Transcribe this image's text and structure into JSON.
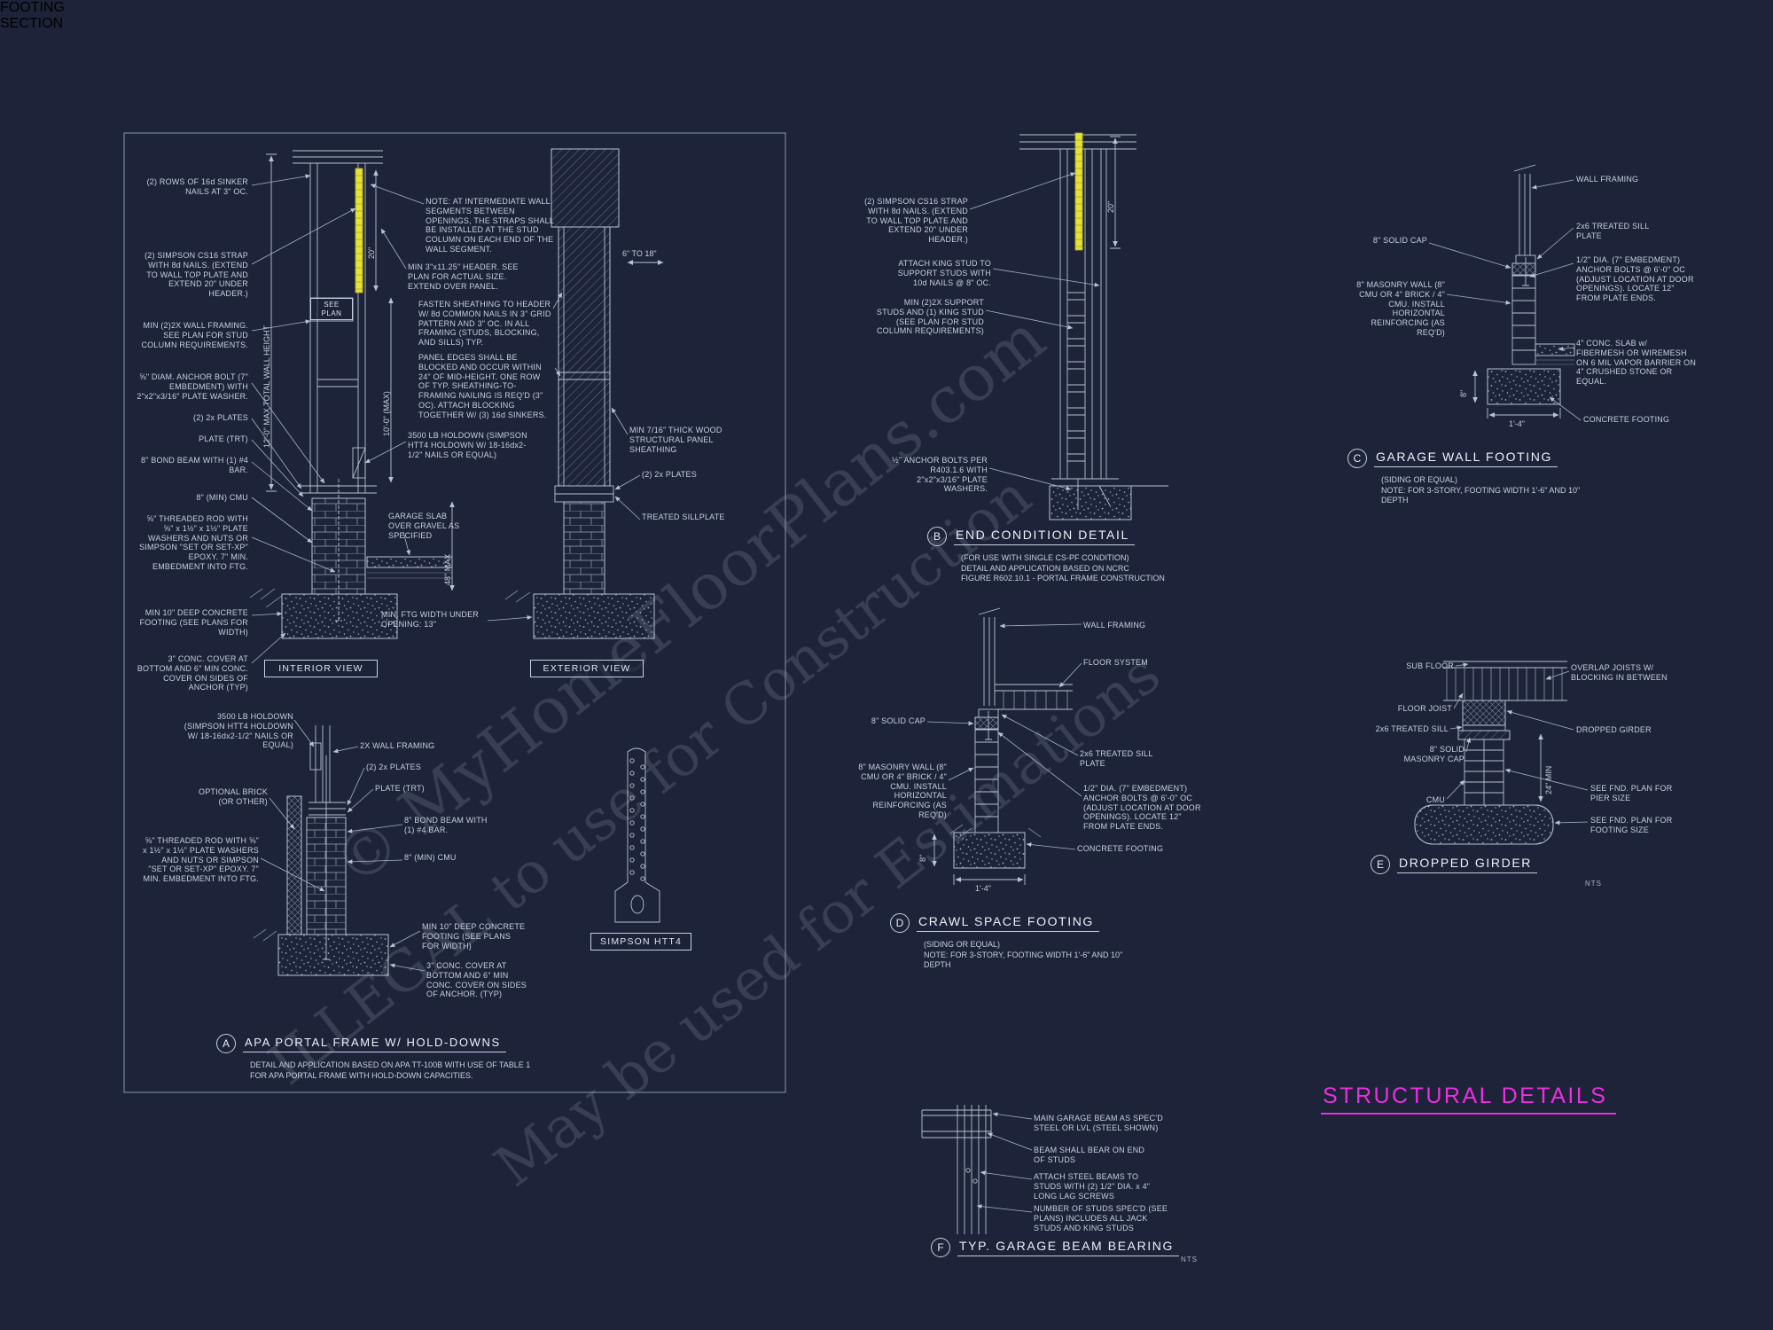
{
  "sheet": {
    "title": "STRUCTURAL DETAILS",
    "bg_color": "#1d2338",
    "line_color": "#b9c3d6",
    "text_color": "#c7d0e2",
    "title_color": "#ee2ee0",
    "strap_highlight_color": "#e6e135"
  },
  "watermarks": {
    "copyright": "© MyHomeFloorPlans.com",
    "illegal": "ILLEGAL to use for Construction",
    "estimate": "May be used for Estimations"
  },
  "a": {
    "tag": "A",
    "title": "APA PORTAL FRAME W/ HOLD-DOWNS",
    "note": "DETAIL AND APPLICATION BASED ON APA TT-100B WITH USE OF TABLE 1\nFOR APA PORTAL FRAME WITH HOLD-DOWN CAPACITIES.",
    "captions": {
      "see_plan": "SEE PLAN",
      "interior": "INTERIOR VIEW",
      "exterior": "EXTERIOR VIEW",
      "footing": "FOOTING SECTION",
      "simpson": "SIMPSON HTT4"
    },
    "dims": {
      "total_height": "12'-0\" MAX TOTAL WALL HEIGHT",
      "clear_height": "10'-0\" (MAX)",
      "strap_length": "20\"",
      "header_depth": "6\" TO 18\"",
      "cmu_height": "48\" MAX"
    },
    "labels": [
      "(2) ROWS OF 16d SINKER NAILS AT 3\" OC.",
      "(2) SIMPSON CS16 STRAP WITH 8d NAILS. (EXTEND TO WALL TOP PLATE AND EXTEND 20\" UNDER HEADER.)",
      "MIN (2)2X WALL FRAMING. SEE PLAN FOR STUD COLUMN REQUIREMENTS.",
      "⅝\" DIAM. ANCHOR BOLT (7\" EMBEDMENT) WITH 2\"x2\"x3/16\" PLATE WASHER.",
      "(2) 2x PLATES",
      "PLATE (TRT)",
      "8\" BOND BEAM WITH (1) #4 BAR.",
      "8\" (MIN) CMU",
      "⅝\" THREADED ROD WITH ⅝\" x 1½\" x 1½\" PLATE WASHERS AND NUTS OR SIMPSON \"SET OR SET-XP\" EPOXY.  7\" MIN. EMBEDMENT INTO FTG.",
      "MIN 10\" DEEP CONCRETE FOOTING (SEE PLANS FOR WIDTH)",
      "3\" CONC. COVER AT BOTTOM AND 6\" MIN CONC. COVER ON SIDES OF ANCHOR (TYP)",
      "NOTE: AT INTERMEDIATE WALL SEGMENTS BETWEEN OPENINGS, THE STRAPS SHALL BE INSTALLED AT THE STUD COLUMN ON EACH END OF THE WALL SEGMENT.",
      "MIN 3\"x11.25\" HEADER. SEE PLAN FOR ACTUAL SIZE. EXTEND OVER PANEL.",
      "FASTEN SHEATHING TO HEADER W/ 8d COMMON NAILS IN 3\" GRID PATTERN AND 3\" OC. IN ALL FRAMING (STUDS, BLOCKING, AND SILLS) TYP.",
      "PANEL EDGES SHALL BE BLOCKED AND OCCUR WITHIN 24\" OF MID-HEIGHT. ONE ROW OF TYP. SHEATHING-TO-FRAMING NAILING IS REQ'D (3\" OC). ATTACH BLOCKING TOGETHER W/ (3) 16d SINKERS.",
      "3500 LB HOLDOWN (SIMPSON HTT4 HOLDOWN W/ 18-16dx2-1/2\" NAILS OR EQUAL)",
      "GARAGE SLAB OVER GRAVEL AS SPECIFIED",
      "MIN 7/16\" THICK WOOD STRUCTURAL PANEL SHEATHING",
      "(2) 2x PLATES",
      "TREATED SILLPLATE",
      "MIN. FTG WIDTH UNDER OPENING: 13\"",
      "3500 LB HOLDOWN (SIMPSON HTT4 HOLDOWN W/ 18-16dx2-1/2\" NAILS OR EQUAL)",
      "2X WALL FRAMING",
      "(2) 2x PLATES",
      "PLATE (TRT)",
      "OPTIONAL BRICK (OR OTHER)",
      "8\" BOND BEAM WITH (1) #4 BAR.",
      "8\" (MIN) CMU",
      "⅝\" THREADED ROD WITH ⅝\" x 1½\" x 1½\" PLATE WASHERS AND NUTS OR SIMPSON \"SET OR SET-XP\" EPOXY.  7\" MIN. EMBEDMENT INTO FTG.",
      "MIN 10\" DEEP CONCRETE FOOTING (SEE PLANS FOR WIDTH)",
      "3\" CONC. COVER AT BOTTOM AND 6\" MIN CONC. COVER ON SIDES OF ANCHOR. (TYP)"
    ]
  },
  "b": {
    "tag": "B",
    "title": "END CONDITION DETAIL",
    "note": "(FOR USE WITH SINGLE CS-PF CONDITION)\nDETAIL AND APPLICATION BASED ON NCRC\nFIGURE R602.10.1 - PORTAL FRAME CONSTRUCTION",
    "dims": {
      "strap_length": "20\""
    },
    "labels": [
      "(2) SIMPSON CS16 STRAP WITH 8d NAILS. (EXTEND TO WALL TOP PLATE AND EXTEND 20\" UNDER HEADER.)",
      "ATTACH KING STUD TO SUPPORT STUDS WITH 10d NAILS @ 8\" OC.",
      "MIN (2)2X SUPPORT STUDS AND (1) KING STUD (SEE PLAN FOR STUD COLUMN REQUIREMENTS)",
      "½\" ANCHOR BOLTS PER R403.1.6 WITH 2\"x2\"x3/16\" PLATE WASHERS."
    ]
  },
  "c": {
    "tag": "C",
    "title": "GARAGE WALL FOOTING",
    "note": "(SIDING OR EQUAL)\nNOTE: FOR 3-STORY, FOOTING WIDTH 1'-6\" AND 10\"\nDEPTH",
    "dims": {
      "footing_depth": "8\"",
      "footing_width": "1'-4\""
    },
    "labels": [
      "WALL FRAMING",
      "2x6 TREATED SILL PLATE",
      "8\" SOLID CAP",
      "1/2\" DIA. (7\" EMBEDMENT) ANCHOR BOLTS @ 6'-0\" OC (ADJUST LOCATION AT DOOR OPENINGS). LOCATE 12\" FROM PLATE ENDS.",
      "8\" MASONRY WALL (8\" CMU OR 4\" BRICK / 4\" CMU. INSTALL HORIZONTAL REINFORCING (AS REQ'D)",
      "4\" CONC. SLAB w/ FIBERMESH OR WIREMESH ON 6 MIL VAPOR BARRIER ON 4\" CRUSHED STONE OR EQUAL.",
      "CONCRETE FOOTING"
    ]
  },
  "d": {
    "tag": "D",
    "title": "CRAWL SPACE FOOTING",
    "note": "(SIDING OR EQUAL)\nNOTE: FOR 3-STORY, FOOTING WIDTH 1'-6\" AND 10\"\nDEPTH",
    "dims": {
      "footing_depth": "8\"",
      "footing_width": "1'-4\""
    },
    "labels": [
      "WALL FRAMING",
      "FLOOR SYSTEM",
      "8\" SOLID CAP",
      "8\" MASONRY WALL (8\" CMU OR 4\" BRICK / 4\" CMU. INSTALL HORIZONTAL REINFORCING (AS REQ'D)",
      "2x6 TREATED SILL PLATE",
      "1/2\" DIA. (7\" EMBEDMENT) ANCHOR BOLTS @ 6'-0\" OC (ADJUST LOCATION AT DOOR OPENINGS). LOCATE 12\" FROM PLATE ENDS.",
      "CONCRETE FOOTING"
    ]
  },
  "e": {
    "tag": "E",
    "title": "DROPPED GIRDER",
    "scale": "NTS",
    "dims": {
      "pier_height": "24\" MIN"
    },
    "labels": [
      "SUB FLOOR",
      "OVERLAP JOISTS W/ BLOCKING IN BETWEEN",
      "FLOOR JOIST",
      "2x6 TREATED SILL",
      "DROPPED GIRDER",
      "8\" SOLID MASONRY CAP",
      "CMU",
      "SEE FND. PLAN FOR PIER SIZE",
      "SEE FND. PLAN FOR FOOTING SIZE"
    ]
  },
  "f": {
    "tag": "F",
    "title": "TYP. GARAGE BEAM BEARING",
    "scale": "NTS",
    "labels": [
      "MAIN GARAGE BEAM AS SPEC'D STEEL OR LVL (STEEL SHOWN)",
      "BEAM SHALL BEAR ON END OF STUDS",
      "ATTACH STEEL BEAMS TO STUDS WITH (2) 1/2\" DIA. x 4\" LONG LAG SCREWS",
      "NUMBER OF STUDS SPEC'D (SEE PLANS) INCLUDES ALL JACK STUDS AND KING STUDS"
    ]
  }
}
